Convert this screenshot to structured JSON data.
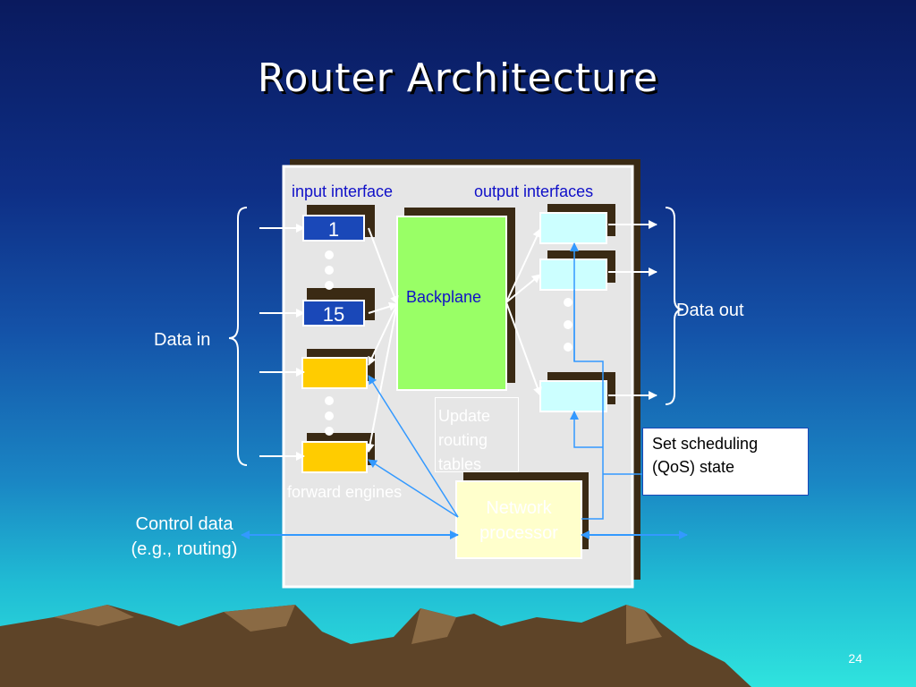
{
  "slide": {
    "title": "Router Architecture",
    "page_number": "24"
  },
  "diagram": {
    "input_interface_label": "input interface",
    "output_interfaces_label": "output interfaces",
    "backplane_label": "Backplane",
    "input_ports": [
      "1",
      "15"
    ],
    "forward_engines_label": "forward engines",
    "update_routing_tables_label": "Update routing tables",
    "network_processor_label": "Network processor",
    "set_scheduling_label": "Set scheduling (QoS) state",
    "data_in_label": "Data in",
    "data_out_label": "Data out",
    "control_data_label": "Control data (e.g., routing)"
  },
  "colors": {
    "backplane": "#99ff66",
    "input_port": "#1a48b8",
    "forward_engine": "#ffcc00",
    "output_port": "#ccffff",
    "network_processor": "#ffffcc",
    "arrow_blue": "#3399ff"
  }
}
